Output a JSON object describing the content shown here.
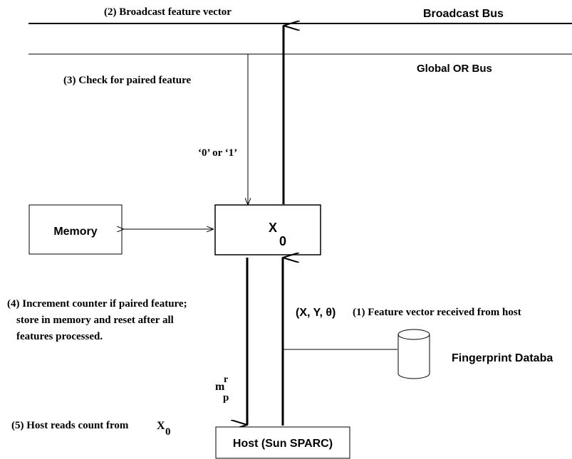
{
  "buses": {
    "broadcast_label": "Broadcast Bus",
    "global_or_label": "Global OR Bus"
  },
  "steps": {
    "step1": "(1) Feature vector received from host",
    "step2": "(2) Broadcast feature vector",
    "step3": "(3) Check for paired feature",
    "step4_line1": "(4) Increment counter if paired feature;",
    "step4_line2": "store in memory and reset after all",
    "step4_line3": "features processed.",
    "step5": "(5) Host reads count from"
  },
  "signals": {
    "zero_or_one": "‘0’ or ‘1’",
    "feature_vector_tuple": "(X, Y, θ)",
    "m_base": "m",
    "m_sup": "r",
    "m_sub": "p",
    "x0_in_step5_base": "X",
    "x0_in_step5_sub": "0"
  },
  "blocks": {
    "memory": "Memory",
    "processor_base": "X",
    "processor_sub": "0",
    "host": "Host (Sun SPARC)",
    "database": "Fingerprint Databa"
  }
}
